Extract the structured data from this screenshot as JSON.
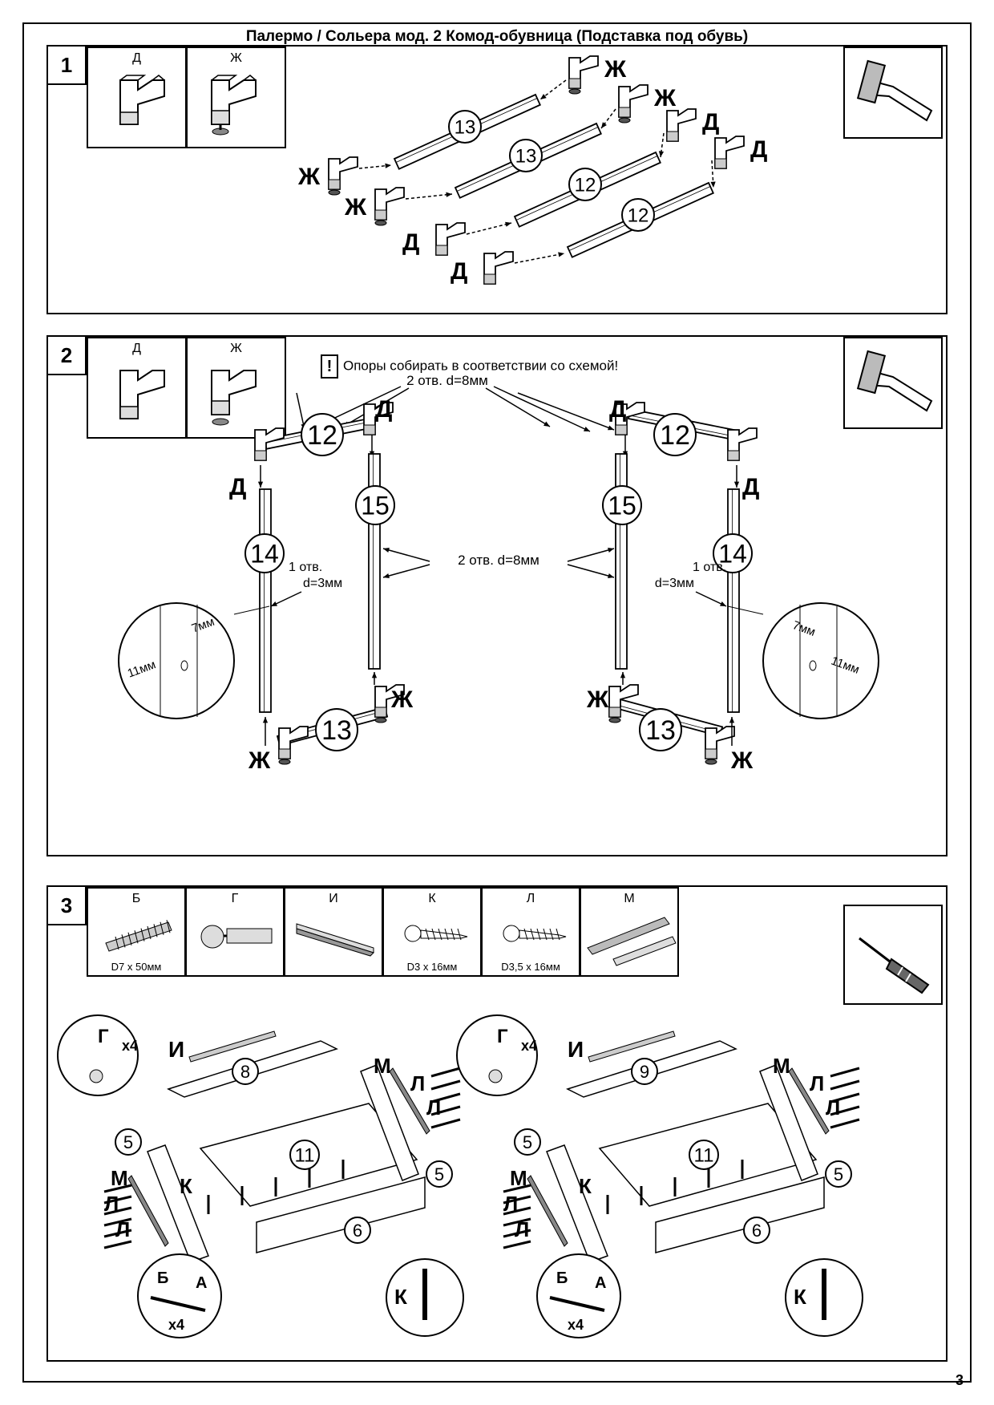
{
  "title": "Палермо / Сольера мод. 2 Комод-обувница (Подставка под обувь)",
  "page_number": "3",
  "step1": {
    "number": "1",
    "parts": [
      {
        "label": "Д"
      },
      {
        "label": "Ж"
      }
    ],
    "tool": "hammer-icon",
    "rail_labels": [
      "13",
      "13",
      "12",
      "12"
    ],
    "leg_labels": {
      "d": "Д",
      "zh": "Ж"
    }
  },
  "step2": {
    "number": "2",
    "parts": [
      {
        "label": "Д"
      },
      {
        "label": "Ж"
      }
    ],
    "tool": "hammer-icon",
    "warning": "Опоры собирать в соответствии со схемой!",
    "warning_mark": "!",
    "hole_note_top": "2 отв. d=8мм",
    "hole_note_mid": "2 отв. d=8мм",
    "hole_note_side": [
      "1 отв.",
      "d=3мм"
    ],
    "detail_dims": [
      "7мм",
      "11мм"
    ],
    "part_numbers": {
      "top": "12",
      "tall": "14",
      "short": "15",
      "bottom": "13"
    },
    "leg_labels": {
      "d": "Д",
      "zh": "Ж"
    }
  },
  "step3": {
    "number": "3",
    "tool": "screwdriver-icon",
    "parts": [
      {
        "label": "Б",
        "caption": "D7 x 50мм"
      },
      {
        "label": "Г",
        "caption": ""
      },
      {
        "label": "И",
        "caption": ""
      },
      {
        "label": "К",
        "caption": "D3 x 16мм"
      },
      {
        "label": "Л",
        "caption": "D3,5 x 16мм"
      },
      {
        "label": "М",
        "caption": ""
      }
    ],
    "left_assembly": {
      "top_panel": "8",
      "bottom_panel": "11",
      "front": "6",
      "side_left": "5",
      "side_right": "5"
    },
    "right_assembly": {
      "top_panel": "9",
      "bottom_panel": "11",
      "front": "6",
      "side_left": "5",
      "side_right": "5"
    },
    "callouts": {
      "g": "Г",
      "x4": "x4",
      "i": "И",
      "m": "М",
      "l": "Л",
      "k": "К",
      "b": "Б",
      "a": "А"
    }
  }
}
